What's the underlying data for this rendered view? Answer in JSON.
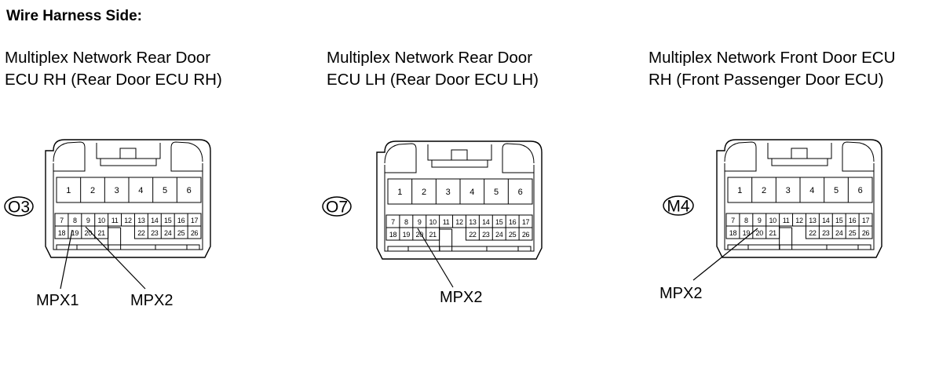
{
  "heading": "Wire Harness Side:",
  "connectors": [
    {
      "id": "O3",
      "title_line1": "Multiplex Network Rear Door",
      "title_line2": "ECU RH (Rear Door ECU RH)",
      "wires": [
        {
          "label": "MPX1",
          "pin": 8
        },
        {
          "label": "MPX2",
          "pin": 9
        }
      ]
    },
    {
      "id": "O7",
      "title_line1": "Multiplex Network Rear Door",
      "title_line2": "ECU LH (Rear Door ECU LH)",
      "wires": [
        {
          "label": "MPX2",
          "pin": 9
        }
      ]
    },
    {
      "id": "M4",
      "title_line1": "Multiplex Network Front Door ECU",
      "title_line2": "RH (Front Passenger Door ECU)",
      "wires": [
        {
          "label": "MPX2",
          "pin": 9
        }
      ]
    }
  ],
  "pins": {
    "row1": [
      "1",
      "2",
      "3",
      "4",
      "5",
      "6"
    ],
    "row2": [
      "7",
      "8",
      "9",
      "10",
      "11",
      "12",
      "13",
      "14",
      "15",
      "16",
      "17"
    ],
    "row3_left": [
      "18",
      "19",
      "20",
      "21"
    ],
    "row3_right": [
      "22",
      "23",
      "24",
      "25",
      "26"
    ]
  }
}
